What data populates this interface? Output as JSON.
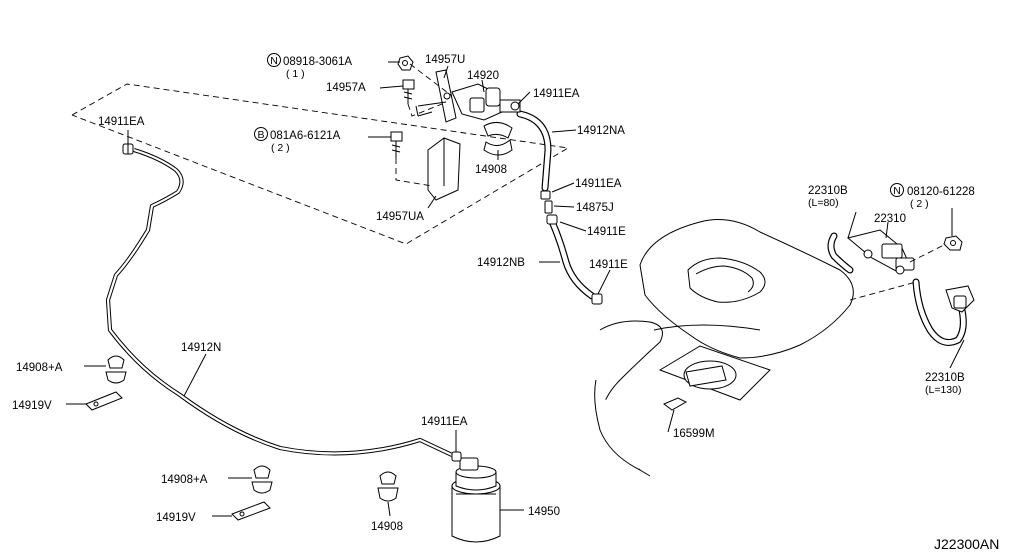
{
  "labels": {
    "p14911EA_a": "14911EA",
    "p08918": "08918-3061A",
    "p08918_qty": "( 1 )",
    "p14957U": "14957U",
    "p14920": "14920",
    "p14911EA_b": "14911EA",
    "p14957A": "14957A",
    "p081A6": "081A6-6121A",
    "p081A6_qty": "( 2 )",
    "p14912NA": "14912NA",
    "p14908_a": "14908",
    "p14911EA_c": "14911EA",
    "p14875J": "14875J",
    "p14957UA": "14957UA",
    "p14911E_a": "14911E",
    "p14912NB": "14912NB",
    "p14911E_b": "14911E",
    "p22310B_a": "22310B",
    "p22310B_a_len": "(L=80)",
    "p08120": "08120-61228",
    "p08120_qty": "( 2 )",
    "p22310": "22310",
    "p14912N": "14912N",
    "p14908A_a": "14908+A",
    "p14919V_a": "14919V",
    "p22310B_b": "22310B",
    "p22310B_b_len": "(L=130)",
    "p16599M": "16599M",
    "p14911EA_d": "14911EA",
    "p14908A_b": "14908+A",
    "p14950": "14950",
    "p14919V_b": "14919V",
    "p14908_b": "14908",
    "diagram_code": "J22300AN"
  },
  "markers": {
    "nut": "N",
    "bolt": "B"
  },
  "colors": {
    "ink": "#000000",
    "background": "#ffffff"
  }
}
